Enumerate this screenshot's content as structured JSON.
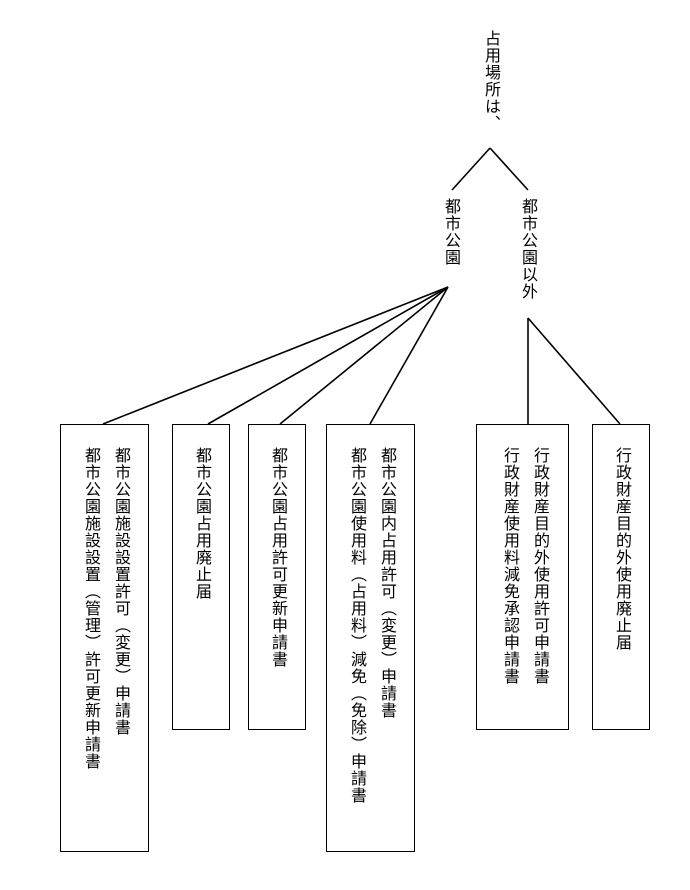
{
  "root": {
    "label": "占用場所は、"
  },
  "branches": {
    "park": {
      "label": "都市公園"
    },
    "other": {
      "label": "都市公園以外"
    }
  },
  "documents": {
    "doc1": {
      "line1": "都市公園施設設置許可（変更）申請書",
      "line2": "都市公園施設設置（管理）許可更新申請書"
    },
    "doc2": {
      "line1": "都市公園占用廃止届"
    },
    "doc3": {
      "line1": "都市公園占用許可更新申請書"
    },
    "doc4": {
      "line1": "都市公園内占用許可（変更）申請書",
      "line2": "都市公園使用料（占用料）減免（免除）申請書"
    },
    "doc5": {
      "line1": "行政財産目的外使用許可申請書",
      "line2": "行政財産使用料減免承認申請書"
    },
    "doc6": {
      "line1": "行政財産目的外使用廃止届"
    }
  }
}
